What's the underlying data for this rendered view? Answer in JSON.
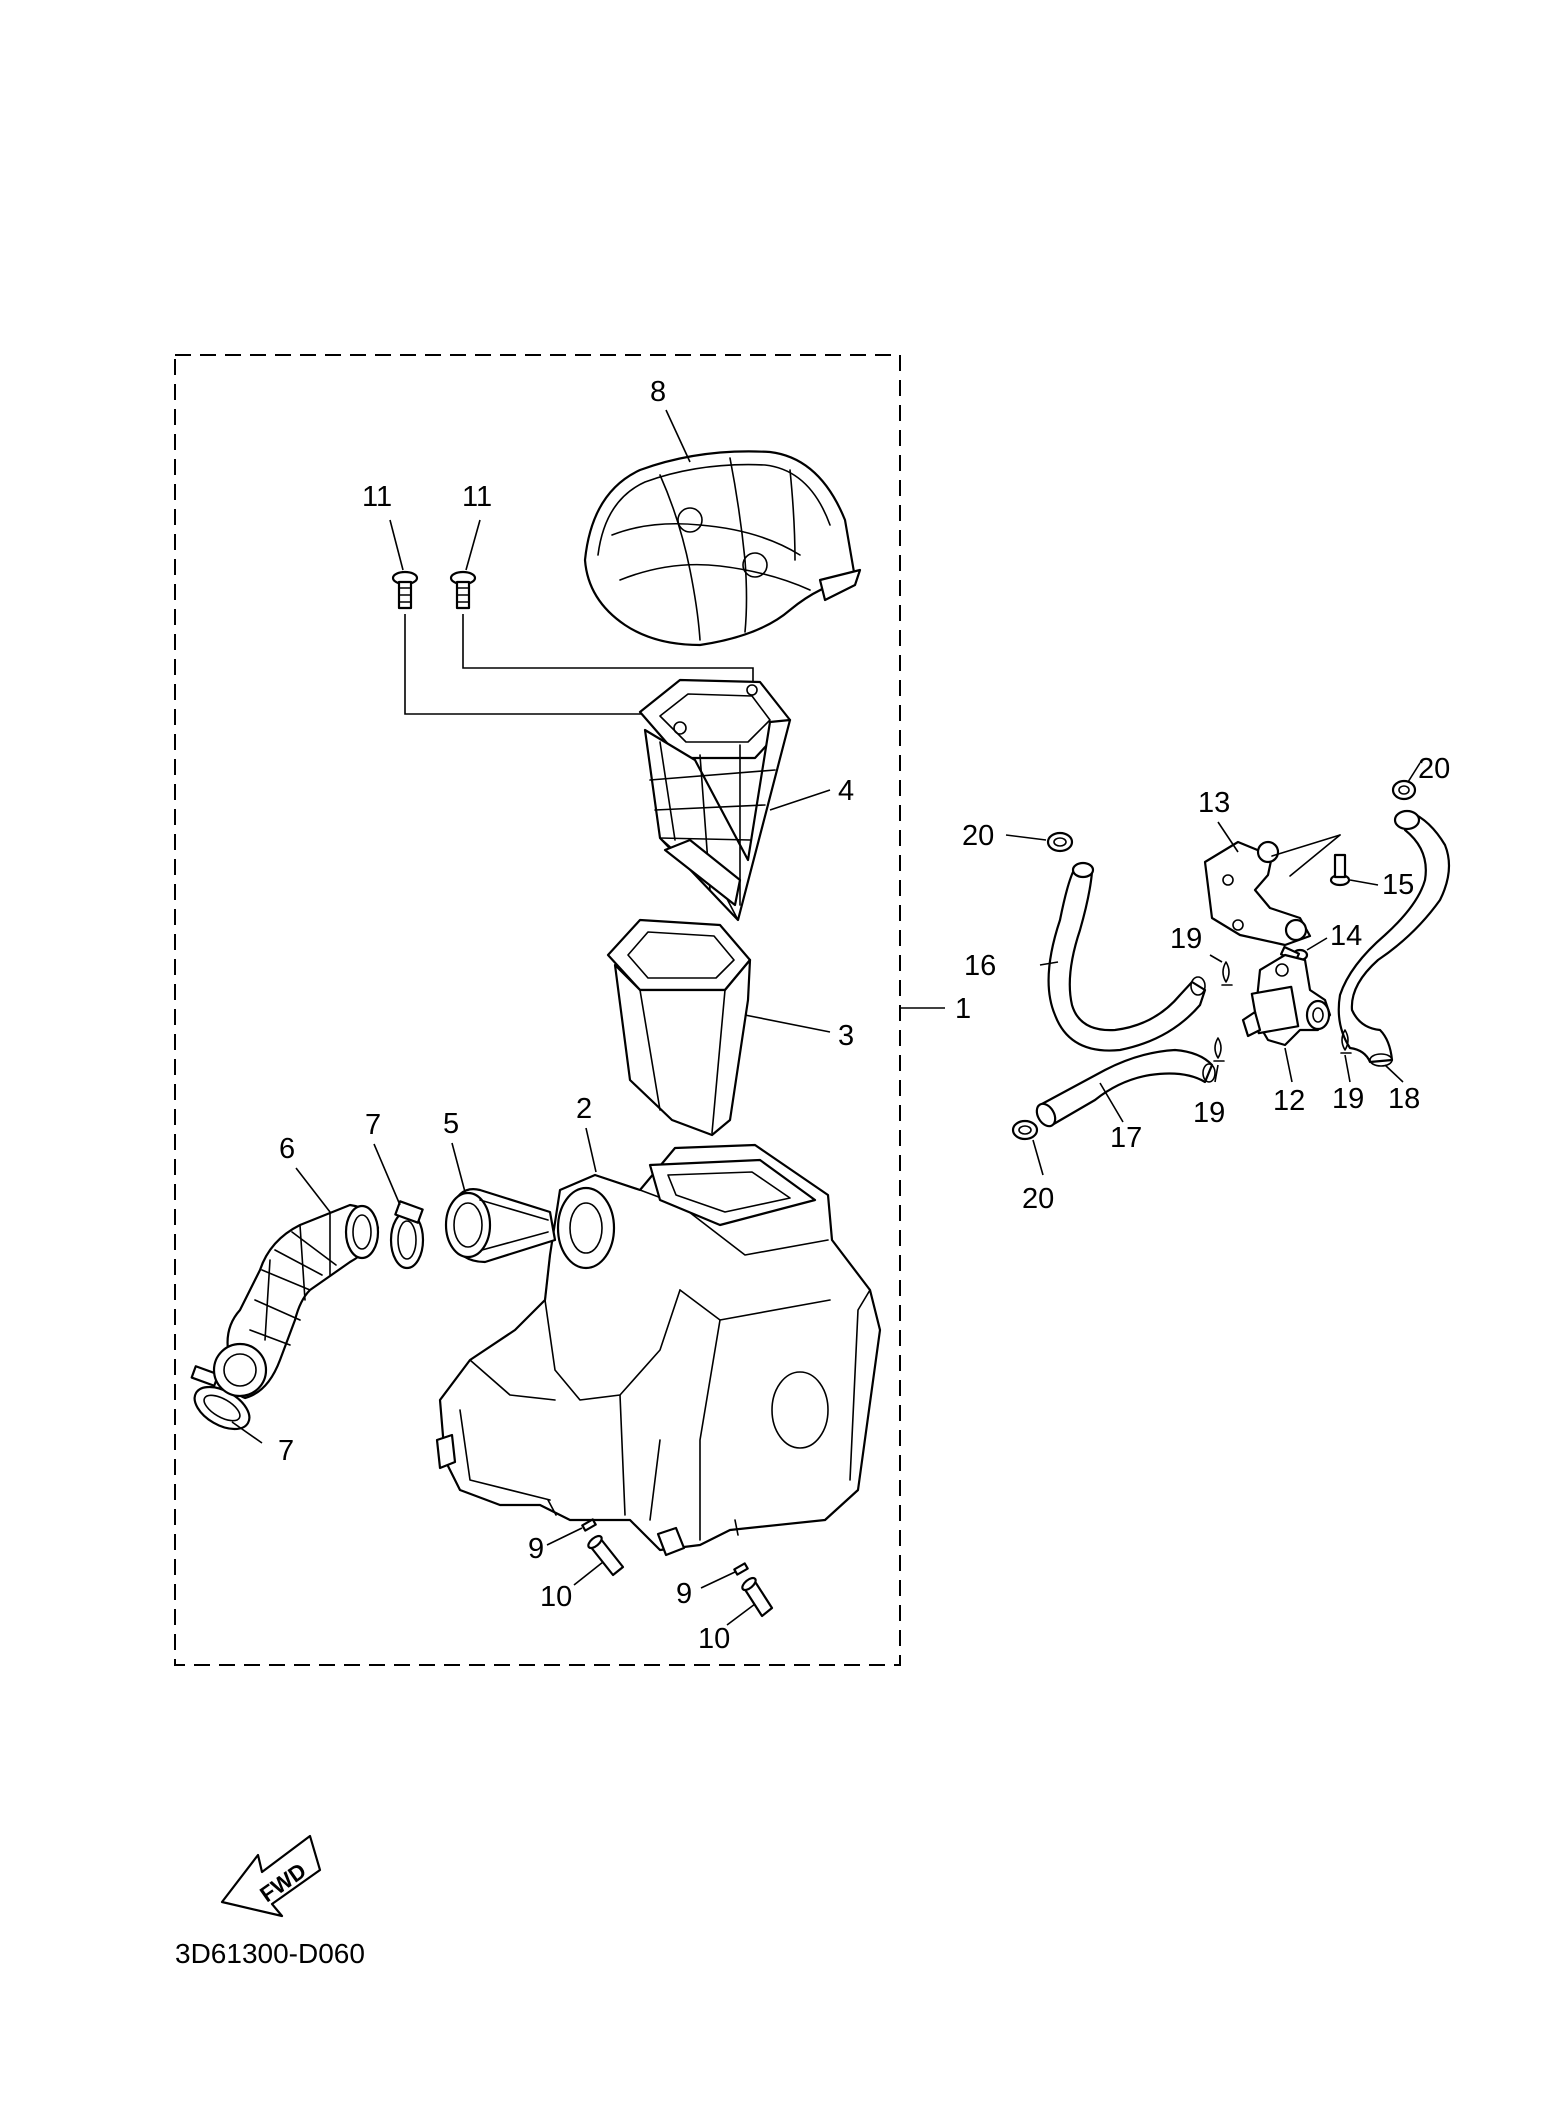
{
  "diagram": {
    "callouts": {
      "c1": "1",
      "c2": "2",
      "c3": "3",
      "c4": "4",
      "c5": "5",
      "c6": "6",
      "c7a": "7",
      "c7b": "7",
      "c8": "8",
      "c9a": "9",
      "c9b": "9",
      "c10a": "10",
      "c10b": "10",
      "c11a": "11",
      "c11b": "11",
      "c12": "12",
      "c13": "13",
      "c14": "14",
      "c15": "15",
      "c16": "16",
      "c17": "17",
      "c18": "18",
      "c19a": "19",
      "c19b": "19",
      "c19c": "19",
      "c20a": "20",
      "c20b": "20",
      "c20c": "20"
    },
    "fwd_label": "FWD",
    "drawing_code": "3D61300-D060"
  }
}
